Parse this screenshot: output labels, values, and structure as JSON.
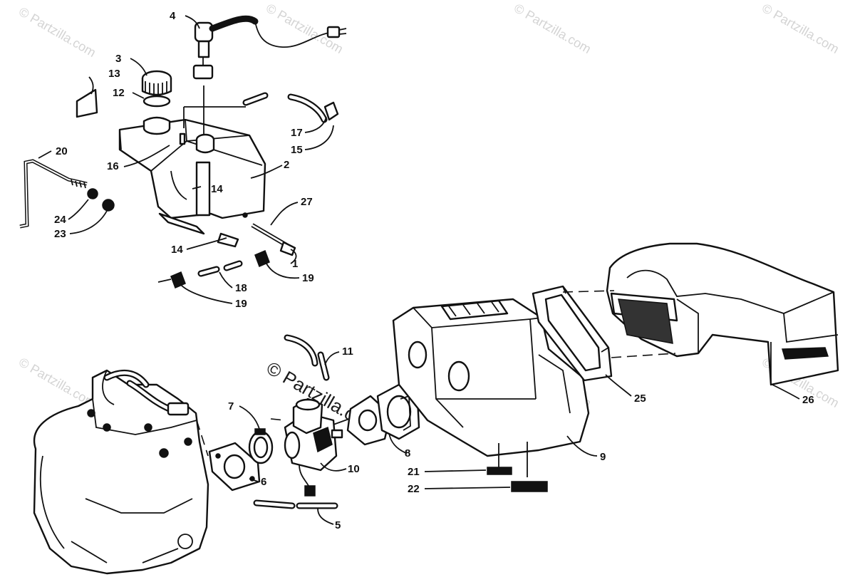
{
  "watermarks": {
    "small": "© Partzilla.com",
    "center": "© Partzilla.com"
  },
  "callouts": [
    {
      "key": "c4",
      "text": "4"
    },
    {
      "key": "c3",
      "text": "3"
    },
    {
      "key": "c13",
      "text": "13"
    },
    {
      "key": "c12",
      "text": "12"
    },
    {
      "key": "c17",
      "text": "17"
    },
    {
      "key": "c15",
      "text": "15"
    },
    {
      "key": "c16",
      "text": "16"
    },
    {
      "key": "c2",
      "text": "2"
    },
    {
      "key": "c20",
      "text": "20"
    },
    {
      "key": "c14a",
      "text": "14"
    },
    {
      "key": "c27",
      "text": "27"
    },
    {
      "key": "c24",
      "text": "24"
    },
    {
      "key": "c23",
      "text": "23"
    },
    {
      "key": "c14b",
      "text": "14"
    },
    {
      "key": "c1",
      "text": "1"
    },
    {
      "key": "c19a",
      "text": "19"
    },
    {
      "key": "c18",
      "text": "18"
    },
    {
      "key": "c19b",
      "text": "19"
    },
    {
      "key": "c11",
      "text": "11"
    },
    {
      "key": "c7",
      "text": "7"
    },
    {
      "key": "c25",
      "text": "25"
    },
    {
      "key": "c26",
      "text": "26"
    },
    {
      "key": "c8",
      "text": "8"
    },
    {
      "key": "c9",
      "text": "9"
    },
    {
      "key": "c10",
      "text": "10"
    },
    {
      "key": "c6",
      "text": "6"
    },
    {
      "key": "c21",
      "text": "21"
    },
    {
      "key": "c22",
      "text": "22"
    },
    {
      "key": "c5",
      "text": "5"
    }
  ]
}
